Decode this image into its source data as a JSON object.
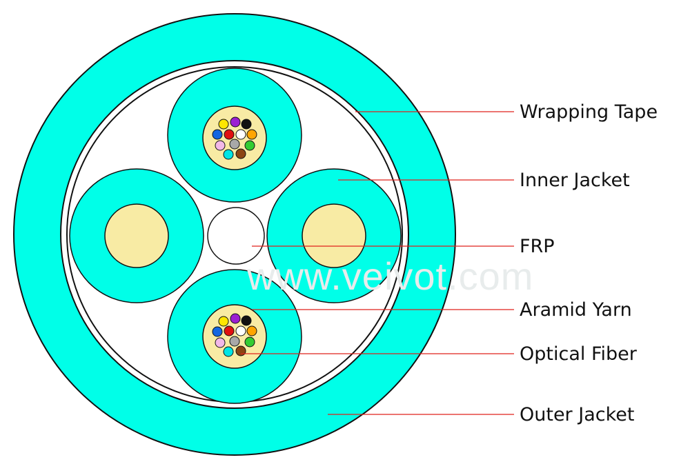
{
  "labels": {
    "wrapping_tape": "Wrapping Tape",
    "inner_jacket": "Inner Jacket",
    "frp": "FRP",
    "aramid_yarn": "Aramid Yarn",
    "optical_fiber": "Optical Fiber",
    "outer_jacket": "Outer Jacket"
  },
  "watermark": "www.veivot.com",
  "colors": {
    "jacket": "#00FFE8",
    "aramid": "#F8EBA4",
    "leader_line": "#E0201B",
    "outline": "#111111",
    "fibers": [
      "#FFE600",
      "#9B1FD2",
      "#111111",
      "#1466E0",
      "#E01010",
      "#FFFFFF",
      "#FFA500",
      "#F2B8E8",
      "#A8A8A8",
      "#33CC33",
      "#00E5E5",
      "#8B4513"
    ]
  }
}
